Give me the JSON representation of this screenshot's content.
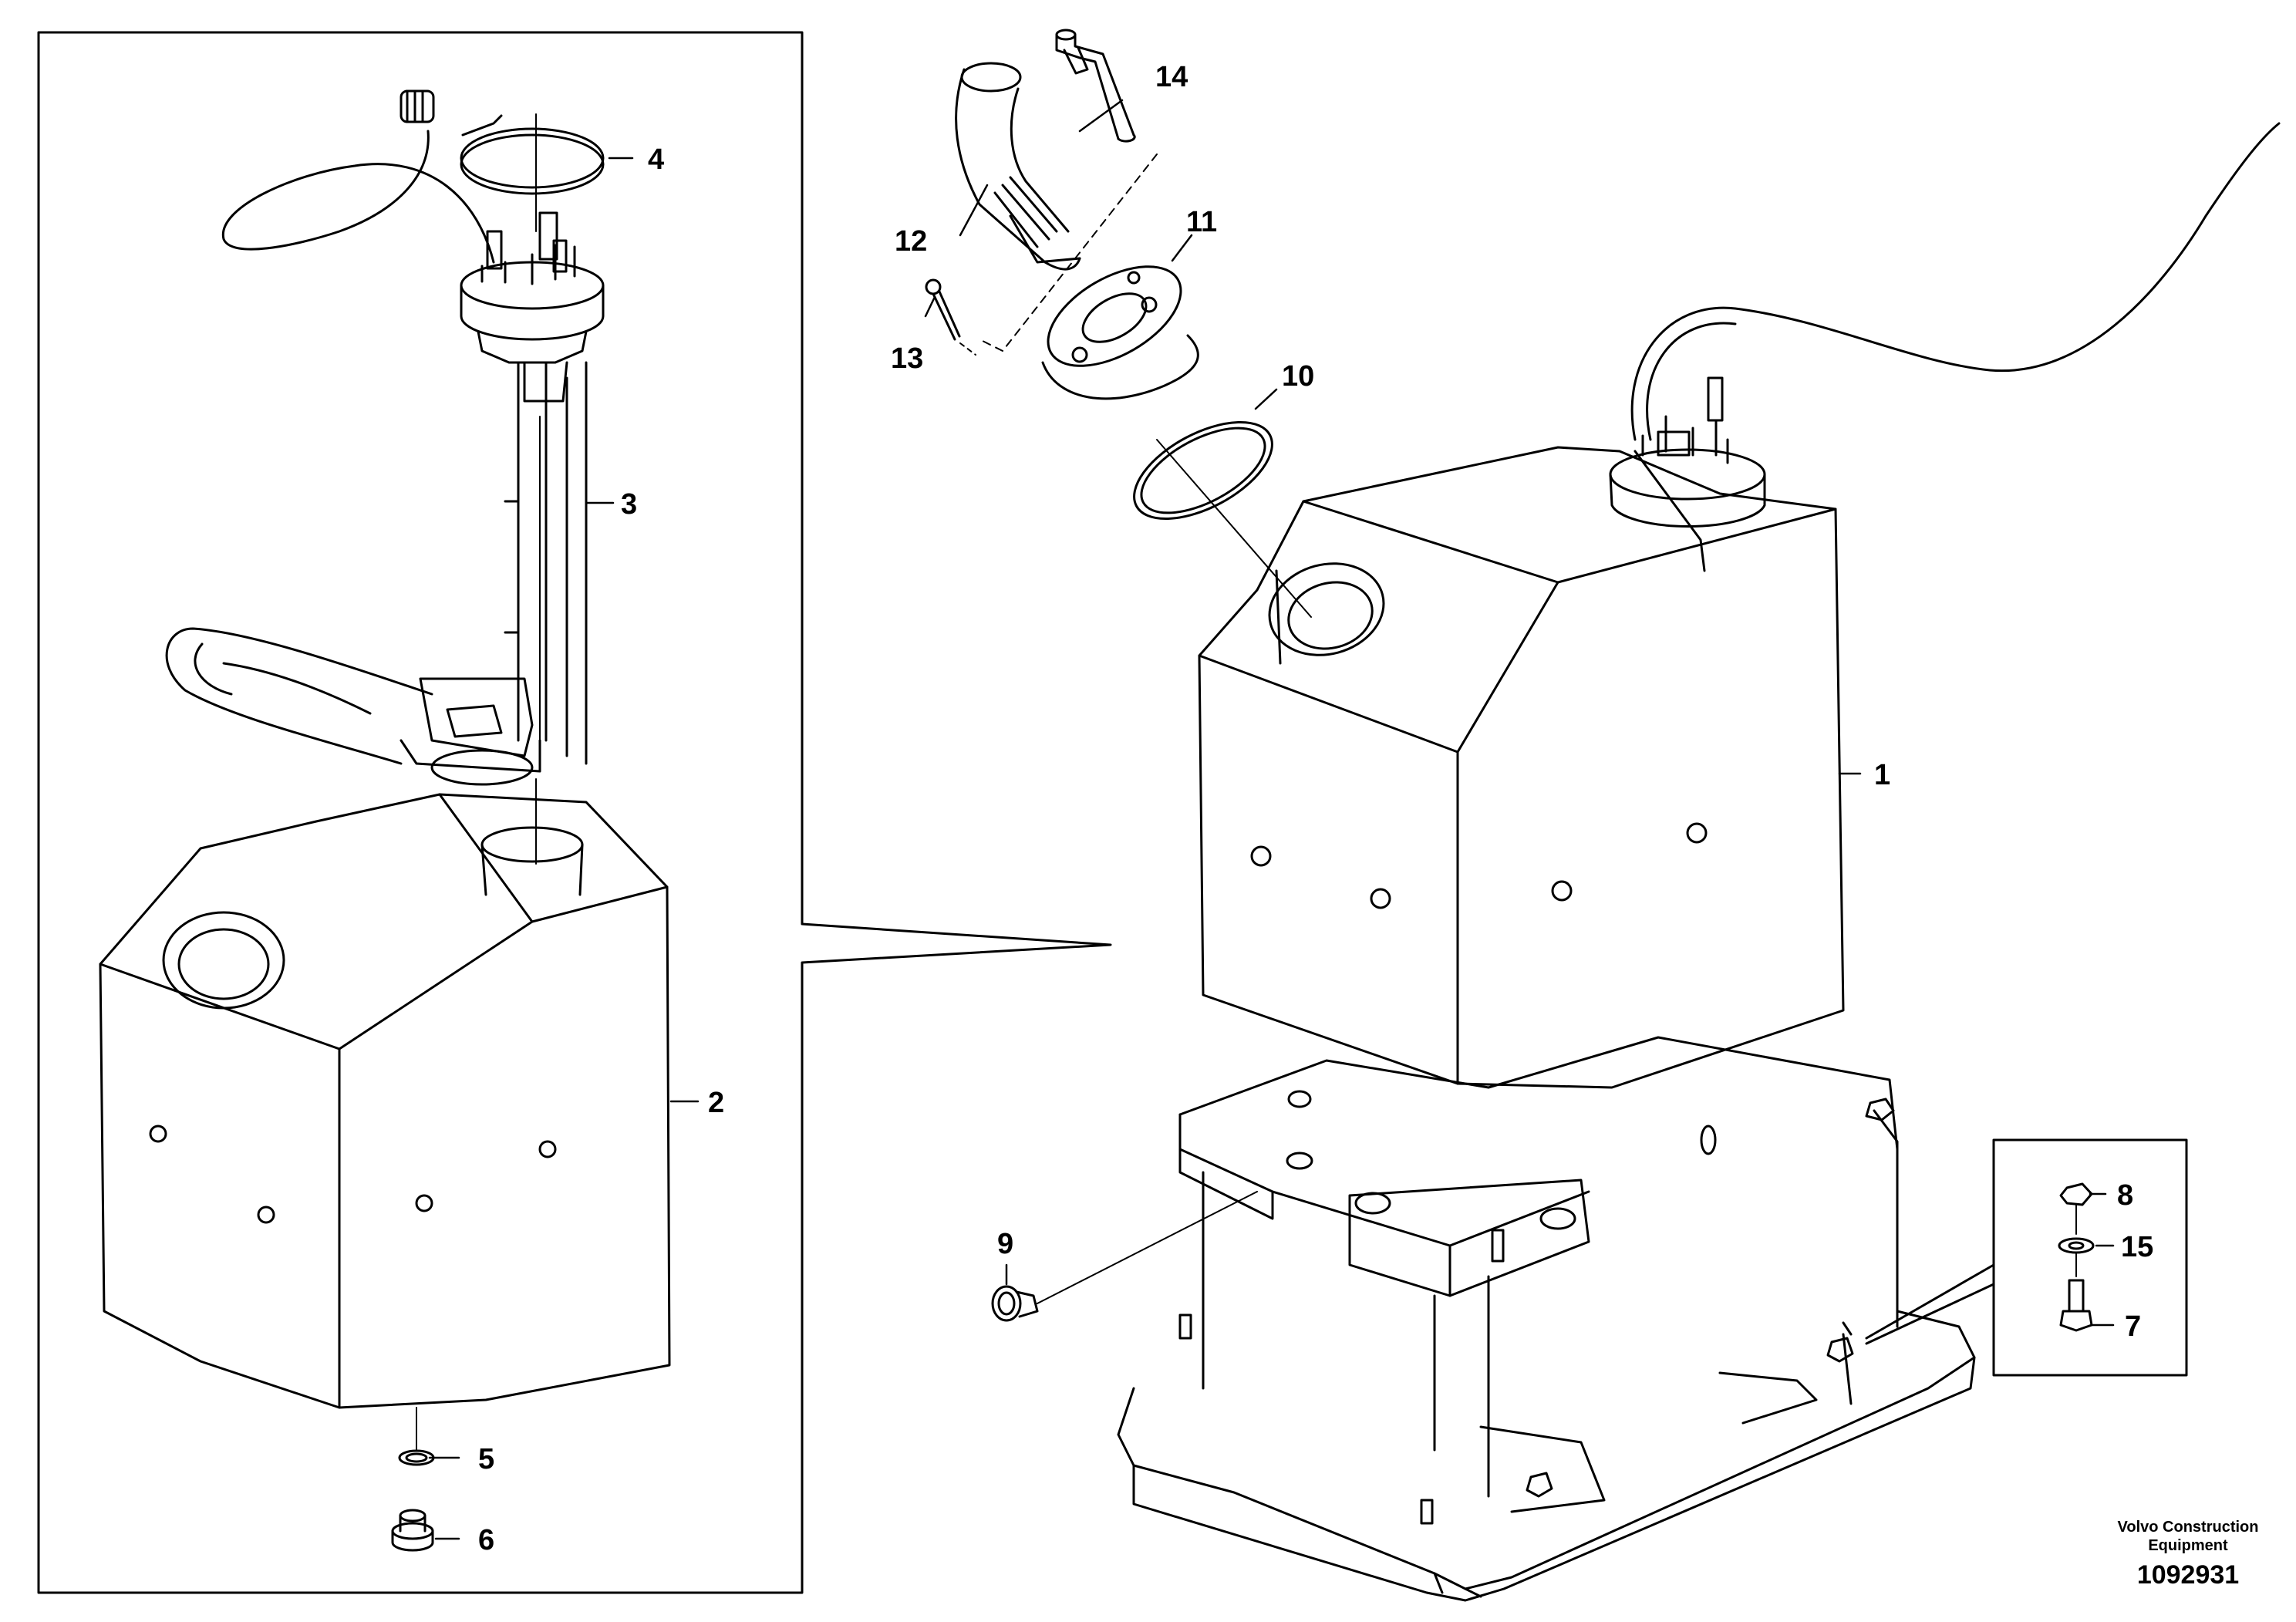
{
  "callouts": {
    "c1": "1",
    "c2": "2",
    "c3": "3",
    "c4": "4",
    "c5": "5",
    "c6": "6",
    "c7": "7",
    "c8": "8",
    "c9": "9",
    "c10": "10",
    "c11": "11",
    "c12": "12",
    "c13": "13",
    "c14": "14",
    "c15": "15"
  },
  "footer": {
    "brand_line1": "Volvo Construction",
    "brand_line2": "Equipment",
    "drawing_number": "1092931"
  }
}
